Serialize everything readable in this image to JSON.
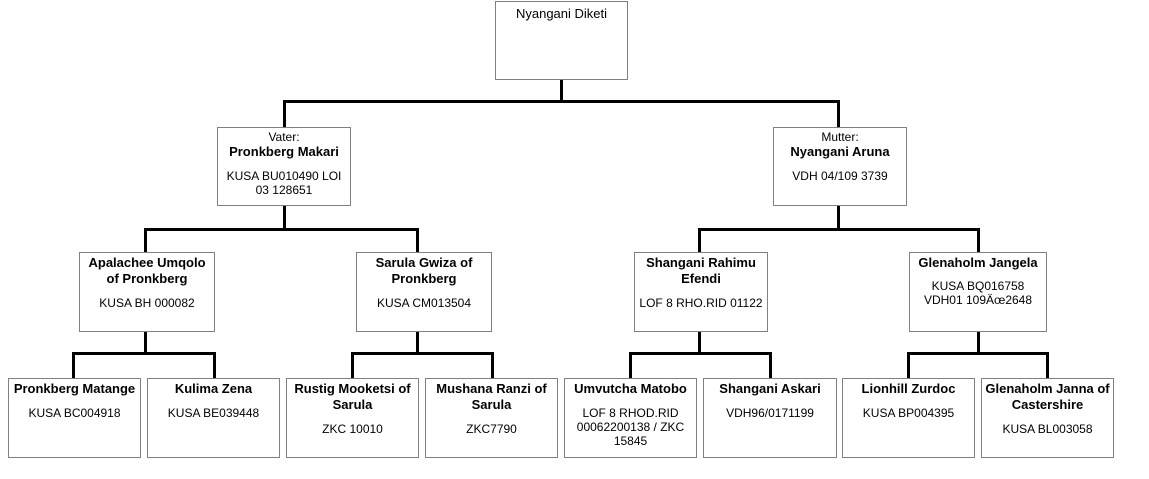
{
  "root": {
    "name": "Nyangani Diketi"
  },
  "sire": {
    "role": "Vater:",
    "name": "Pronkberg Makari",
    "reg": "KUSA BU010490 LOI 03 128651"
  },
  "dam": {
    "role": "Mutter:",
    "name": "Nyangani Aruna",
    "reg": "VDH 04/109 3739"
  },
  "gen2": [
    {
      "name": "Apalachee Umqolo of Pronkberg",
      "reg": "KUSA BH 000082"
    },
    {
      "name": "Sarula Gwiza of Pronkberg",
      "reg": "KUSA CM013504"
    },
    {
      "name": "Shangani Rahimu Efendi",
      "reg": "LOF 8 RHO.RID 01122"
    },
    {
      "name": "Glenaholm Jangela",
      "reg": "KUSA BQ016758 VDH01 109Äœ2648"
    }
  ],
  "gen3": [
    {
      "name": "Pronkberg Matange",
      "reg": "KUSA BC004918"
    },
    {
      "name": "Kulima Zena",
      "reg": "KUSA BE039448"
    },
    {
      "name": "Rustig Mooketsi of Sarula",
      "reg": "ZKC 10010"
    },
    {
      "name": "Mushana Ranzi of Sarula",
      "reg": "ZKC7790"
    },
    {
      "name": "Umvutcha Matobo",
      "reg": "LOF 8 RHOD.RID 00062200138 / ZKC 15845"
    },
    {
      "name": "Shangani Askari",
      "reg": "VDH96/0171199"
    },
    {
      "name": "Lionhill Zurdoc",
      "reg": "KUSA BP004395"
    },
    {
      "name": "Glenaholm Janna of Castershire",
      "reg": "KUSA BL003058"
    }
  ]
}
